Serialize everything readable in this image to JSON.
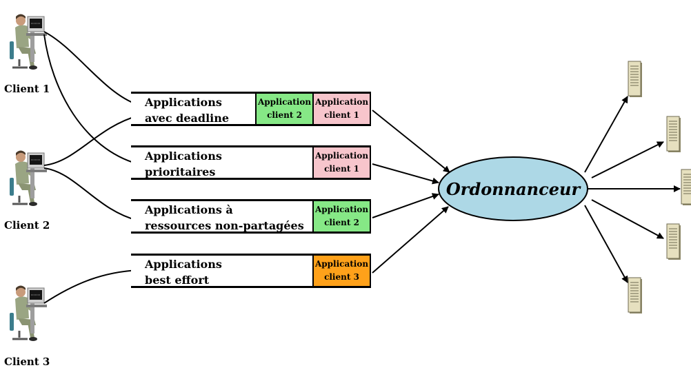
{
  "clients": [
    {
      "label": "Client 1"
    },
    {
      "label": "Client 2"
    },
    {
      "label": "Client 3"
    }
  ],
  "queues": [
    {
      "label": "Applications\navec deadline",
      "slots": [
        {
          "label": "Application\nclient 2",
          "color": "#86e886"
        },
        {
          "label": "Application\nclient 1",
          "color": "#f7c5cc"
        }
      ]
    },
    {
      "label": "Applications\nprioritaires",
      "slots": [
        {
          "label": "Application\nclient 1",
          "color": "#f7c5cc"
        }
      ]
    },
    {
      "label": "Applications à\nressources non-partagées",
      "slots": [
        {
          "label": "Application\nclient 2",
          "color": "#86e886"
        }
      ]
    },
    {
      "label": "Applications\nbest effort",
      "slots": [
        {
          "label": "Application\nclient 3",
          "color": "#ffa11a"
        }
      ]
    }
  ],
  "scheduler": {
    "label": "Ordonnanceur",
    "color": "#add8e6"
  },
  "server_icon": "server-tower-icon",
  "client_icon": "user-at-computer-icon"
}
